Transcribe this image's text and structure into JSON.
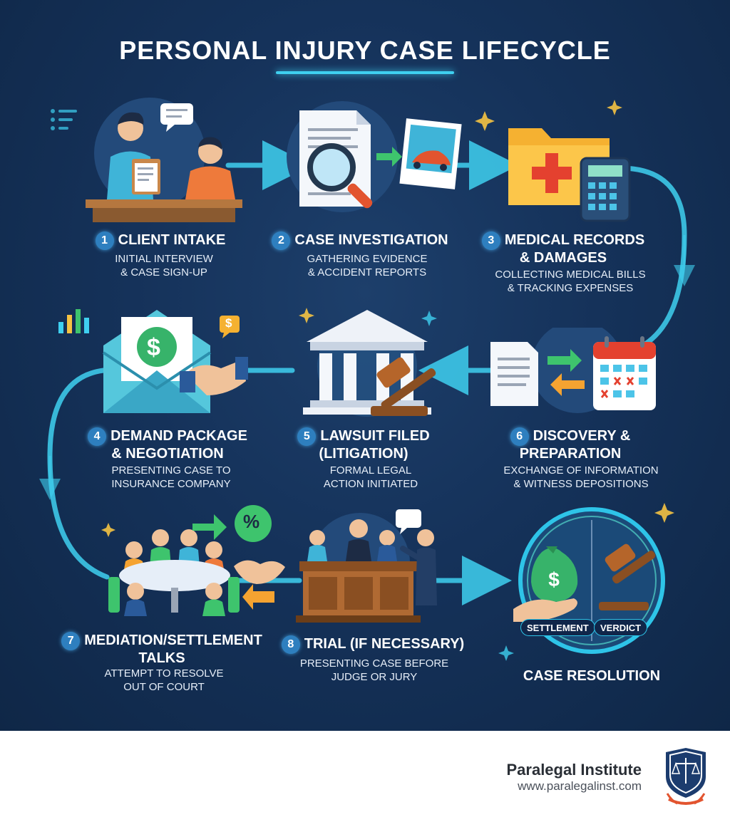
{
  "title": "PERSONAL INJURY CASE LIFECYCLE",
  "steps": [
    {
      "num": "1",
      "title": "CLIENT INTAKE",
      "desc": "Initial interview\n& case sign-up"
    },
    {
      "num": "2",
      "title": "CASE INVESTIGATION",
      "desc": "Gathering evidence\n& accident reports"
    },
    {
      "num": "3",
      "title": "MEDICAL RECORDS\n& DAMAGES",
      "desc": "Collecting medical bills\n& tracking expenses"
    },
    {
      "num": "4",
      "title": "DEMAND PACKAGE\n& NEGOTIATION",
      "desc": "Presenting case to\ninsurance company"
    },
    {
      "num": "5",
      "title": "LAWSUIT FILED\n(LITIGATION)",
      "desc": "Formal legal\naction initiated"
    },
    {
      "num": "6",
      "title": "DISCOVERY &\nPREPARATION",
      "desc": "Exchange of information\n& witness depositions"
    },
    {
      "num": "7",
      "title": "MEDIATION/SETTLEMENT\nTALKS",
      "desc": "Attempt to resolve\nout of court"
    },
    {
      "num": "8",
      "title": "TRIAL (IF NECESSARY)",
      "desc": "Presenting case before\njudge or jury"
    }
  ],
  "resolution": {
    "label": "CASE RESOLUTION",
    "settlement": "SETTLEMENT",
    "verdict": "VERDICT"
  },
  "icons": {
    "dollar": "$",
    "percent": "%"
  },
  "footer": {
    "brand": "Paralegal Institute",
    "url": "www.paralegalinst.com"
  },
  "colors": {
    "background": "#15325a",
    "accent": "#3fd0f0",
    "footer": "#ffffff"
  }
}
